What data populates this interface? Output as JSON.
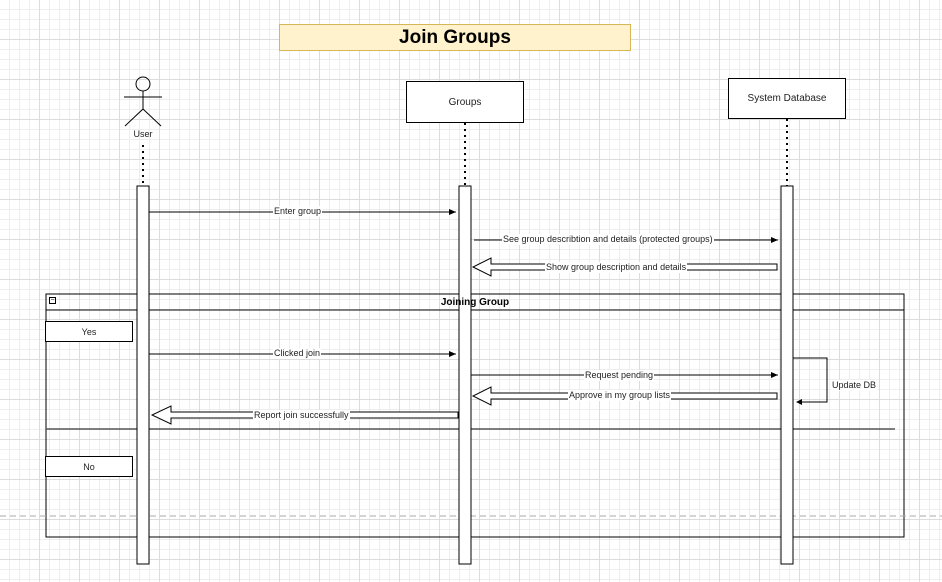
{
  "title": "Join Groups",
  "participants": {
    "user": "User",
    "groups": "Groups",
    "database": "System Database"
  },
  "messages": {
    "enter_group": "Enter group",
    "see_details": "See group describtion and details (protected groups)",
    "show_details": "Show group description and details",
    "clicked_join": "Clicked join",
    "request_pending": "Request pending",
    "update_db": "Update DB",
    "approve": "Approve in my group lists",
    "report_join": "Report join successfully"
  },
  "frame": {
    "title": "Joining Group",
    "guard_yes": "Yes",
    "guard_no": "No"
  },
  "colors": {
    "title_fill": "#fff2cc",
    "title_border": "#d6b656",
    "line": "#000000",
    "grid": "#dcdcdc"
  }
}
